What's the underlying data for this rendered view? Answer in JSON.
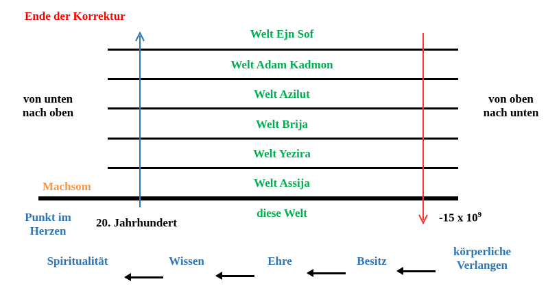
{
  "title": "Ende der Korrektur",
  "worlds": [
    "Welt Ejn Sof",
    "Welt Adam Kadmon",
    "Welt Azilut",
    "Welt Brija",
    "Welt Yezira",
    "Welt Assija",
    "diese Welt"
  ],
  "left_label": [
    "von unten",
    "nach oben"
  ],
  "right_label": [
    "von oben",
    "nach unten"
  ],
  "machsom": "Machsom",
  "punkt": [
    "Punkt im",
    "Herzen"
  ],
  "century": "20. Jahrhundert",
  "time_base": "-15 x 10",
  "time_exp": "9",
  "progression": [
    "Spiritualität",
    "Wissen",
    "Ehre",
    "Besitz"
  ],
  "progression_last": [
    "körperliche",
    "Verlangen"
  ],
  "colors": {
    "title": "#ff0000",
    "worlds": "#00b050",
    "machsom": "#f79646",
    "blue": "#2e75b6",
    "red": "#ff3333"
  }
}
